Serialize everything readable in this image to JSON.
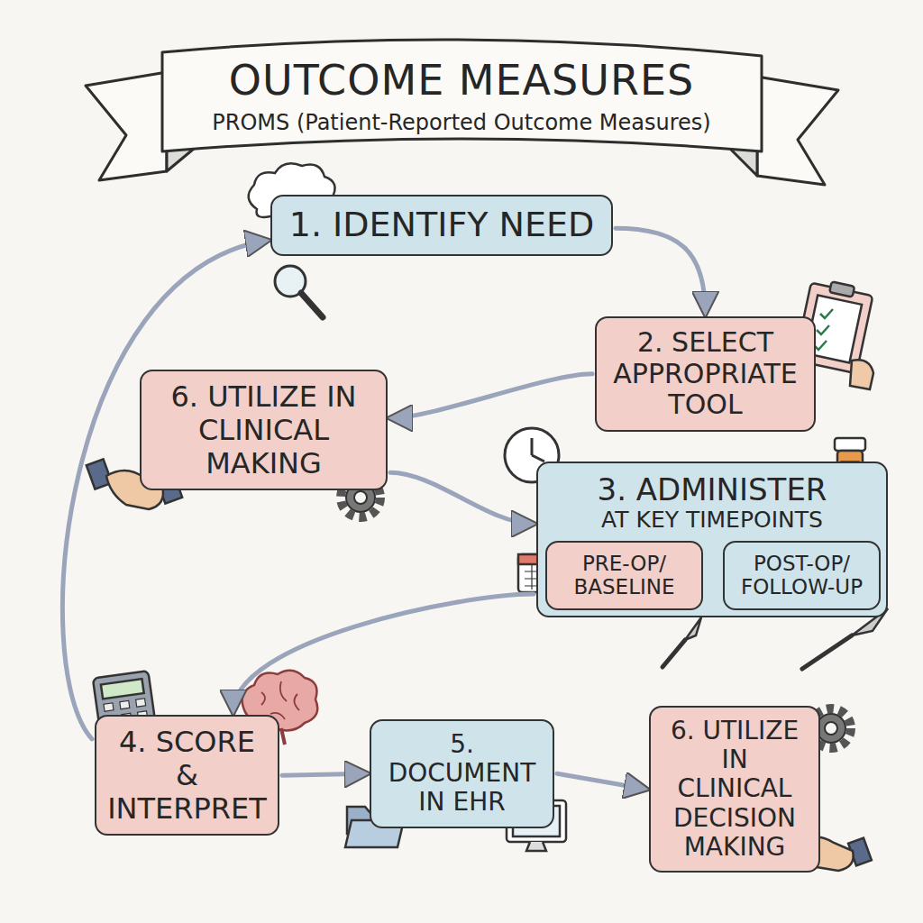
{
  "diagram": {
    "title": "OUTCOME MEASURES",
    "nodes": [
      {
        "text": [
          "1. IDENTIFY NEED"
        ]
      },
      {
        "text": [
          "2. SELECT APPROPRIATE TOOL"
        ]
      },
      {
        "text": [
          "6. UTILIZE IN CLINICAL MAKING"
        ]
      },
      {
        "text": [
          "3. ADMINISTER",
          "AT KEY TIMEPOINTS"
        ]
      },
      {
        "text": [
          "PRE-OP/ BASELINE"
        ],
        "in": 3
      },
      {
        "text": [
          "POST-OP/ FOLLOW-UP"
        ],
        "in": 3
      },
      {
        "text": [
          "4. SCORE & INTERPRET"
        ]
      },
      {
        "text": [
          "5. DOCUMENT IN EHR"
        ]
      },
      {
        "text": [
          "6. UTILIZE IN CLINICAL DECISION MAKING"
        ]
      }
    ],
    "edges": [
      {
        "from": 0,
        "to": 1,
        "arrow": "to"
      },
      {
        "from": 1,
        "to": 2,
        "arrow": "to"
      },
      {
        "from": 2,
        "to": 3,
        "arrow": "to"
      },
      {
        "from": 3,
        "to": 6,
        "arrow": "to"
      },
      {
        "from": 6,
        "to": 0,
        "arrow": "to"
      },
      {
        "from": 6,
        "to": 7,
        "arrow": "to"
      },
      {
        "from": 7,
        "to": 8,
        "arrow": "to"
      }
    ],
    "labels": [
      "PROMS (Patient-Reported Outcome Measures)"
    ]
  }
}
